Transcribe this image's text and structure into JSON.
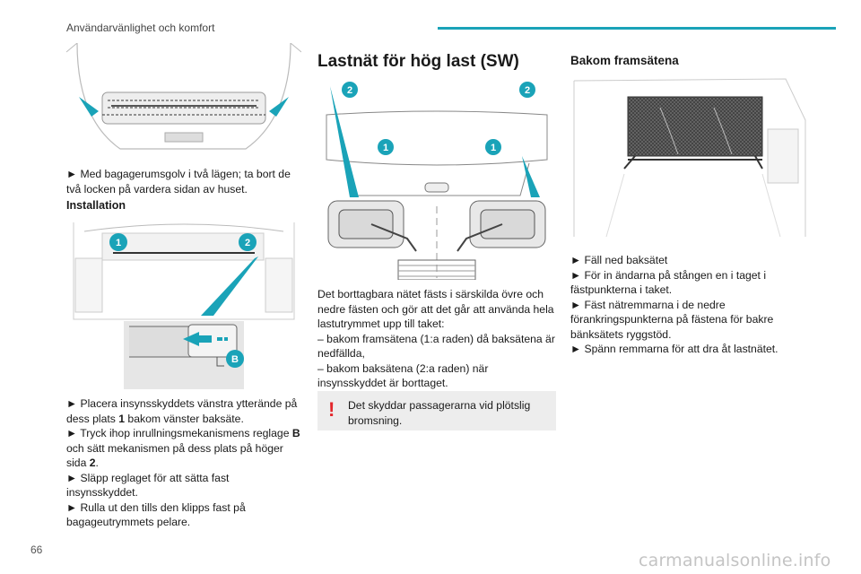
{
  "header": {
    "section_title": "Användarvänlighet och komfort",
    "accent_color": "#1aa3b8"
  },
  "page_number": "66",
  "watermark": "carmanualsonline.info",
  "col1": {
    "p1": "► Med bagagerumsgolv i två lägen; ta bort de två locken på vardera sidan av huset.",
    "heading": "Installation",
    "callouts": [
      "1",
      "2",
      "B"
    ],
    "steps": [
      {
        "pre": "► Placera insynsskyddets vänstra ytterände på dess plats ",
        "bold": "1",
        "post": " bakom vänster baksäte."
      },
      {
        "pre": "► Tryck ihop inrullningsmekanismens reglage ",
        "bold": "B",
        "post": " och sätt mekanismen på dess plats på höger sida ",
        "bold2": "2",
        "post2": "."
      },
      {
        "pre": "► Släpp reglaget för att sätta fast insynsskyddet.",
        "bold": "",
        "post": ""
      },
      {
        "pre": "► Rulla ut den tills den klipps fast på bagageutrymmets pelare.",
        "bold": "",
        "post": ""
      }
    ]
  },
  "col2": {
    "title": "Lastnät för hög last (SW)",
    "callouts": [
      "2",
      "2",
      "1",
      "1"
    ],
    "p1": "Det borttagbara nätet fästs i särskilda övre och nedre fästen och gör att det går att använda hela lastutrymmet upp till taket:",
    "li1": "–  bakom framsätena (1:a raden) då baksätena är nedfällda,",
    "li2": "–  bakom baksätena (2:a raden) när insynsskyddet är borttaget.",
    "warning": "Det skyddar passagerarna vid plötslig bromsning.",
    "warning_icon": "exclamation-icon",
    "warning_color": "#e3262b"
  },
  "col3": {
    "heading": "Bakom framsätena",
    "steps": [
      "► Fäll ned baksätet",
      "► För in ändarna på stången en i taget i fästpunkterna i taket.",
      "► Fäst nätremmarna i de nedre förankringspunkterna på fästena för bakre bänksätets ryggstöd.",
      "► Spänn remmarna för att dra åt lastnätet."
    ]
  }
}
